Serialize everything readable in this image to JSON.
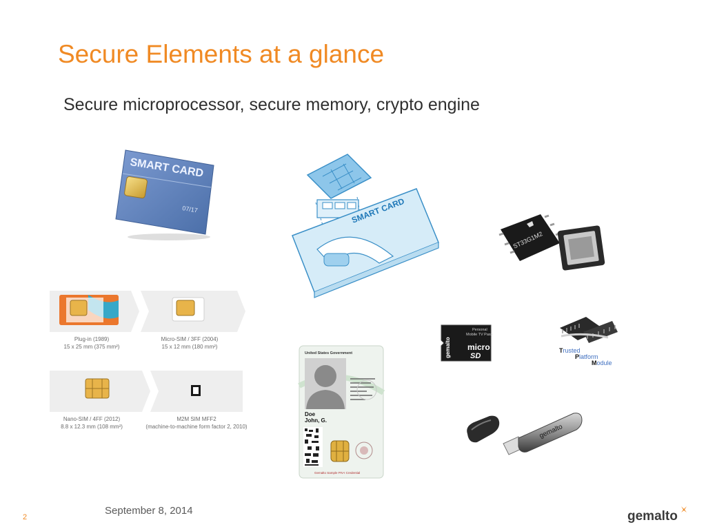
{
  "slide": {
    "title": "Secure Elements at a glance",
    "bullet": "Secure microprocessor, secure memory, crypto engine",
    "date": "September 8, 2014",
    "page_number": "2",
    "logo_text": "gemalto"
  },
  "images": {
    "smart_card": {
      "label": "SMART CARD",
      "expiry": "07/17"
    },
    "smart_card_diagram": {
      "label": "SMART CARD"
    },
    "se_chip": {
      "marking": "ST33G1M2"
    },
    "sim_formats": [
      {
        "name": "Plug-in (1989)",
        "size": "15 x 25 mm (375 mm²)"
      },
      {
        "name": "Micro-SIM / 3FF (2004)",
        "size": "15 x 12 mm (180 mm²)"
      },
      {
        "name": "Nano-SIM / 4FF (2012)",
        "size": "8.8 x 12.3 mm (108 mm²)"
      },
      {
        "name": "M2M SIM MFF2",
        "size": "(machine-to-machine form factor 2, 2010)"
      }
    ],
    "id_card": {
      "header": "United States Government",
      "surname": "Doe",
      "given": "John, G.",
      "footer": "Gemalto Sample PIV-I Credential"
    },
    "microsd": {
      "line1": "Personal",
      "line2": "Mobile TV Pass",
      "brand": "gemalto",
      "micro": "micro"
    },
    "tpm": {
      "t": "T",
      "rusted": "rusted",
      "p": "P",
      "latform": "latform",
      "m": "M",
      "odule": "odule"
    },
    "usb_token": {
      "brand": "gemalto"
    }
  },
  "colors": {
    "accent": "#f08a24",
    "text": "#2f2f2f",
    "card_blue": "#5a7fb8"
  }
}
